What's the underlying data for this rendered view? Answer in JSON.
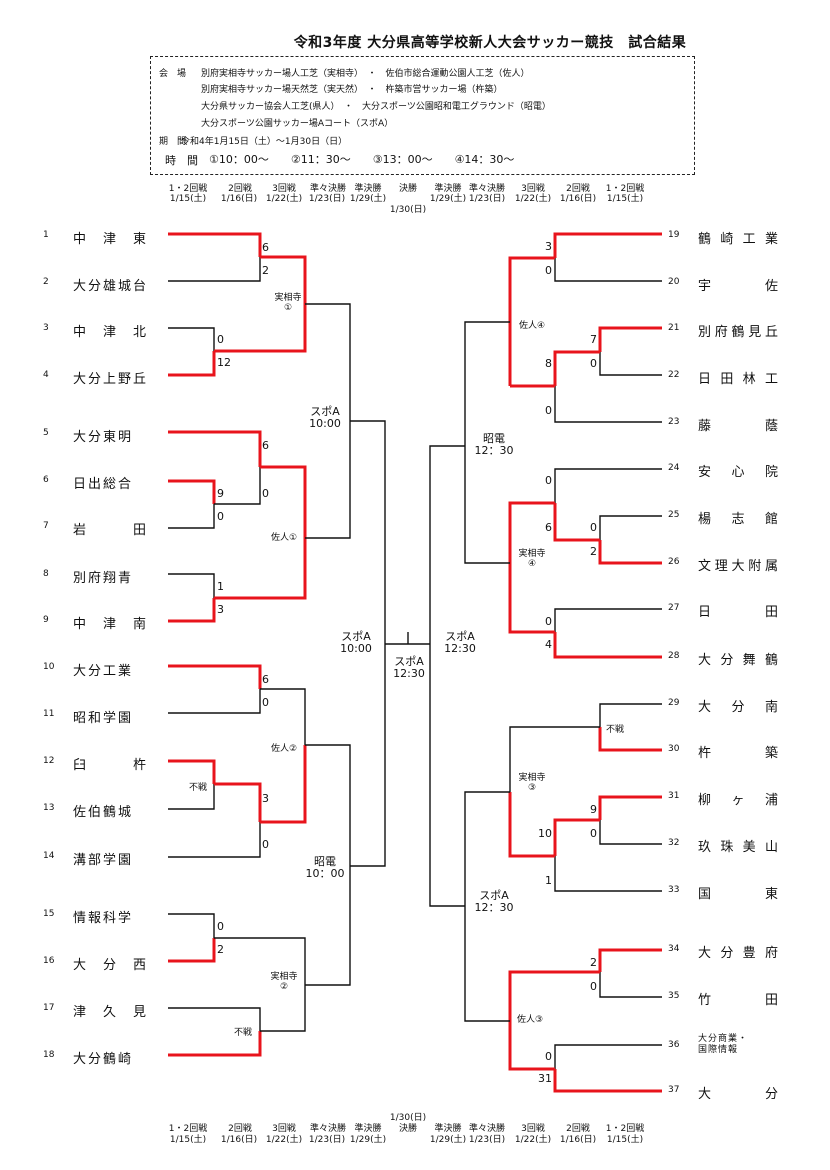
{
  "title": "令和3年度 大分県高等学校新人大会サッカー競技　試合結果",
  "info": {
    "venue_label": "会　場",
    "venue_line1": "別府実相寺サッカー場人工芝（実相寺）　・　佐伯市総合運動公園人工芝（佐人）",
    "venue_line2": "別府実相寺サッカー場天然芝（実天然）　・　杵築市営サッカー場（杵築）",
    "venue_line3": "大分県サッカー協会人工芝(県人）　・　大分スポーツ公園昭和電工グラウンド（昭電）",
    "venue_line4": "大分スポーツ公園サッカー場Aコート（スポA）",
    "period_label": "期　間",
    "period": "令和4年1月15日（土）～1月30日（日）",
    "time_label": "時　間",
    "times": "①10：00～　　②11：30～　　③13：00～　　④14：30～"
  },
  "schedule": {
    "rounds": [
      "1・2回戦",
      "2回戦",
      "3回戦",
      "準々決勝",
      "準決勝",
      "決勝",
      "準決勝",
      "準々決勝",
      "3回戦",
      "2回戦",
      "1・2回戦"
    ],
    "dates": [
      "1/15(土)",
      "1/16(日)",
      "1/22(土)",
      "1/23(日)",
      "1/29(土)",
      "1/29(土)",
      "1/23(日)",
      "1/22(土)",
      "1/16(日)",
      "1/15(土)"
    ],
    "final_date": "1/30(日)"
  },
  "teams_left": [
    {
      "seed": "1",
      "name": "中　津　東"
    },
    {
      "seed": "2",
      "name": "大分雄城台"
    },
    {
      "seed": "3",
      "name": "中　津　北"
    },
    {
      "seed": "4",
      "name": "大分上野丘"
    },
    {
      "seed": "5",
      "name": "大分東明"
    },
    {
      "seed": "6",
      "name": "日出総合"
    },
    {
      "seed": "7",
      "name": "岩　　　田"
    },
    {
      "seed": "8",
      "name": "別府翔青"
    },
    {
      "seed": "9",
      "name": "中　津　南"
    },
    {
      "seed": "10",
      "name": "大分工業"
    },
    {
      "seed": "11",
      "name": "昭和学園"
    },
    {
      "seed": "12",
      "name": "臼　　　杵"
    },
    {
      "seed": "13",
      "name": "佐伯鶴城"
    },
    {
      "seed": "14",
      "name": "溝部学園"
    },
    {
      "seed": "15",
      "name": "情報科学"
    },
    {
      "seed": "16",
      "name": "大　分　西"
    },
    {
      "seed": "17",
      "name": "津　久　見"
    },
    {
      "seed": "18",
      "name": "大分鶴崎"
    }
  ],
  "teams_right": [
    {
      "seed": "19",
      "name": "鶴崎工業"
    },
    {
      "seed": "20",
      "name": "宇　　　佐"
    },
    {
      "seed": "21",
      "name": "別府鶴見丘"
    },
    {
      "seed": "22",
      "name": "日田林工"
    },
    {
      "seed": "23",
      "name": "藤　　　蔭"
    },
    {
      "seed": "24",
      "name": "安　心　院"
    },
    {
      "seed": "25",
      "name": "楊　志　館"
    },
    {
      "seed": "26",
      "name": "文理大附属"
    },
    {
      "seed": "27",
      "name": "日　　　田"
    },
    {
      "seed": "28",
      "name": "大分舞鶴"
    },
    {
      "seed": "29",
      "name": "大　分　南"
    },
    {
      "seed": "30",
      "name": "杵　　　築"
    },
    {
      "seed": "31",
      "name": "柳　ヶ　浦"
    },
    {
      "seed": "32",
      "name": "玖珠美山"
    },
    {
      "seed": "33",
      "name": "国　　　東"
    },
    {
      "seed": "34",
      "name": "大分豊府"
    },
    {
      "seed": "35",
      "name": "竹　　　田"
    },
    {
      "seed": "36",
      "name": "大分商業・",
      "name2": "国際情報"
    },
    {
      "seed": "37",
      "name": "大　　　分"
    }
  ],
  "scores": {
    "l1": "6",
    "l2": "2",
    "l3": "0",
    "l4": "12",
    "l5": "6",
    "l6": "9",
    "l7": "0",
    "l6b": "0",
    "l8": "1",
    "l9": "3",
    "l10": "6",
    "l11": "0",
    "l12": "不戦",
    "l13": "3",
    "l14": "0",
    "l15": "0",
    "l16": "2",
    "l18": "不戦",
    "r19": "3",
    "r20": "0",
    "r21": "7",
    "r22": "0",
    "r2122": "8",
    "r23": "0",
    "r24": "0",
    "r25": "0",
    "r26": "2",
    "r2526": "6",
    "r27": "0",
    "r28": "4",
    "r29": "不戦",
    "r31": "9",
    "r32": "0",
    "r3132": "10",
    "r33": "1",
    "r34": "2",
    "r35": "0",
    "r36": "0",
    "r37": "31"
  },
  "venues": {
    "l_qf1": "実相寺\n①",
    "l_qf2": "佐人①",
    "l_qf3": "佐人②",
    "l_qf4": "実相寺\n②",
    "l_sf1": "スポA\n10:00",
    "l_sf2": "昭電\n10：00",
    "l_center": "スポA\n10:00",
    "final": "スポA\n12:30",
    "r_qf1": "佐人④",
    "r_qf2": "実相寺\n④",
    "r_qf3": "実相寺\n③",
    "r_qf4": "佐人③",
    "r_sf1": "昭電\n12：30",
    "r_sf2": "スポA\n12：30",
    "r_center": "スポA\n12:30"
  }
}
